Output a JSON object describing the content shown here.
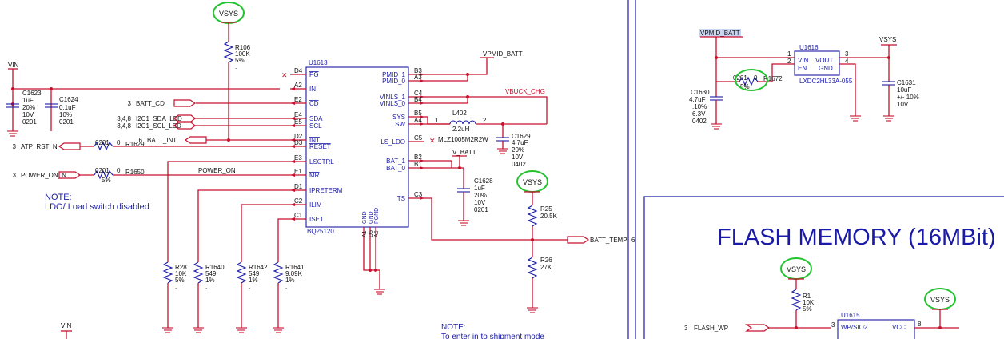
{
  "vin": "VIN",
  "vsys": "VSYS",
  "vpmid_batt": "VPMID_BATT",
  "vbuck_chg": "VBUCK_CHG",
  "v_batt": "V_BATT",
  "u1613": {
    "ref": "U1613",
    "part": "BQ25120",
    "left_pins": [
      {
        "num": "D4",
        "name": "PG"
      },
      {
        "num": "A2",
        "name": "IN"
      },
      {
        "num": "E2",
        "name": "CD"
      },
      {
        "num": "E4",
        "name": "SDA"
      },
      {
        "num": "E5",
        "name": "SCL"
      },
      {
        "num": "D2",
        "name": "INT"
      },
      {
        "num": "D3",
        "name": "RESET"
      },
      {
        "num": "E3",
        "name": "LSCTRL"
      },
      {
        "num": "E1",
        "name": "MR"
      },
      {
        "num": "D1",
        "name": "IPRETERM"
      },
      {
        "num": "C2",
        "name": "ILIM"
      },
      {
        "num": "C1",
        "name": "ISET"
      }
    ],
    "right_pins": [
      {
        "num": "B3",
        "name": "PMID_1"
      },
      {
        "num": "A3",
        "name": "PMID_0"
      },
      {
        "num": "C4",
        "name": "VINLS_1"
      },
      {
        "num": "B4",
        "name": "VINLS_0"
      },
      {
        "num": "B5",
        "name": "SYS"
      },
      {
        "num": "A4",
        "name": "SW"
      },
      {
        "num": "C5",
        "name": "LS_LDO"
      },
      {
        "num": "B2",
        "name": "BAT_1"
      },
      {
        "num": "B1",
        "name": "BAT_0"
      },
      {
        "num": "C3",
        "name": "TS"
      }
    ],
    "bottom_pins": [
      {
        "num": "A1",
        "name": "GND"
      },
      {
        "num": "D5",
        "name": "GND"
      },
      {
        "num": "A5",
        "name": "PGND"
      }
    ]
  },
  "c1623": {
    "ref": "C1623",
    "v1": "1uF",
    "v2": "20%",
    "v3": "10V",
    "v4": "0201"
  },
  "c1624": {
    "ref": "C1624",
    "v1": "0.1uF",
    "v2": "10%",
    "v3": "0201"
  },
  "r106": {
    "ref": "R106",
    "v1": "100K",
    "v2": "5%",
    "v3": "."
  },
  "ports": {
    "batt_cd": "BATT_CD",
    "batt_cd_num": "3",
    "sda": "I2C1_SDA_LED",
    "sda_num": "3,4,8",
    "scl": "I2C1_SCL_LED",
    "scl_num": "3,4,8",
    "batt_int": "BATT_INT",
    "batt_int_num": "6",
    "atp_rst": "ATP_RST_N",
    "atp_rst_num": "3",
    "power_on": "POWER_ON_N",
    "power_on_num": "3",
    "batt_temp": "BATT_TEMP",
    "batt_temp_num": "6",
    "flash_wp": "FLASH_WP",
    "flash_wp_num": "3"
  },
  "r1629": {
    "ref": "R1629",
    "val": "0",
    "size": "0201"
  },
  "r1650": {
    "ref": "R1650",
    "val": "0",
    "size": "0201",
    "tol": "5%"
  },
  "power_on_net": "POWER_ON",
  "l402": {
    "ref": "L402",
    "val": "2.2uH",
    "part": "MLZ1005M2R2W",
    "p1": "1",
    "p2": "2"
  },
  "c1629": {
    "ref": "C1629",
    "v1": "4.7uF",
    "v2": "20%",
    "v3": "10V",
    "v4": "0402"
  },
  "c1628": {
    "ref": "C1628",
    "v1": "1uF",
    "v2": "20%",
    "v3": "10V",
    "v4": "0201"
  },
  "r25": {
    "ref": "R25",
    "val": "20.5K"
  },
  "r26": {
    "ref": "R26",
    "val": "27K"
  },
  "r28": {
    "ref": "R28",
    "v1": "10K",
    "v2": "5%",
    "v3": "."
  },
  "r1640": {
    "ref": "R1640",
    "v1": "549",
    "v2": "1%",
    "v3": "."
  },
  "r1642": {
    "ref": "R1642",
    "v1": "549",
    "v2": "1%",
    "v3": "."
  },
  "r1641": {
    "ref": "R1641",
    "v1": "9.09K",
    "v2": "1%",
    "v3": "."
  },
  "note1": {
    "title": "NOTE:",
    "body": "LDO/ Load switch disabled"
  },
  "note2": {
    "title": "NOTE:",
    "body": "To enter in to shipment mode"
  },
  "u1616": {
    "ref": "U1616",
    "part": "LXDC2HL33A-055",
    "vin": "VIN",
    "vout": "VOUT",
    "en": "EN",
    "gnd": "GND",
    "p1": "1",
    "p2": "2",
    "p3": "3",
    "p4": "4"
  },
  "r1672": {
    "ref": "R1672",
    "val": "0",
    "size": "0201",
    "tol": "5%"
  },
  "c1630": {
    "ref": "C1630",
    "v1": "4.7uF",
    "v2": ".10%",
    "v3": "6.3V",
    "v4": "0402"
  },
  "c1631": {
    "ref": "C1631",
    "v1": "10uF",
    "v2": "+/- 10%",
    "v3": "10V"
  },
  "flash_title": "FLASH MEMORY (16MBit)",
  "r1": {
    "ref": "R1",
    "v1": "10K",
    "v2": "5%"
  },
  "u1615": {
    "ref": "U1615",
    "pin": "WP/SIO2",
    "vcc": "VCC",
    "p3": "3",
    "p8": "8"
  }
}
